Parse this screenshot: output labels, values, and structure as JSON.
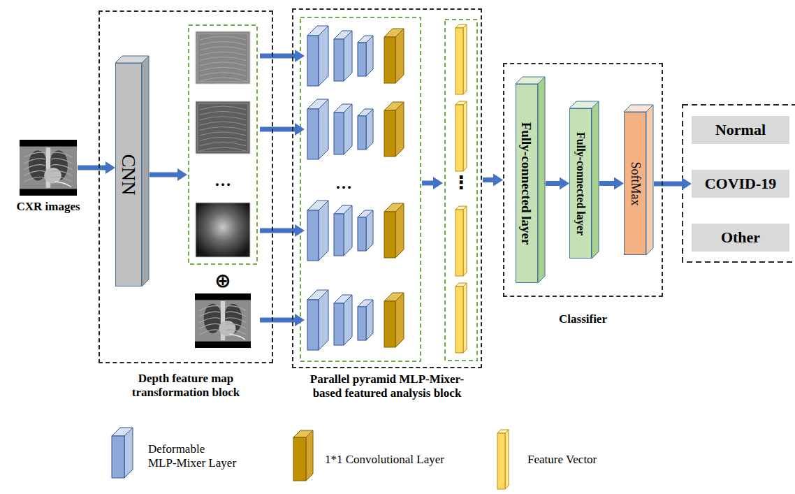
{
  "diagram": {
    "nodes": [
      {
        "text": [
          "CXR images"
        ]
      },
      {
        "text": [
          "Depth feature map transformation block"
        ]
      },
      {
        "text": [
          "CNN"
        ],
        "in": 1
      },
      {
        "text": [
          "Parallel pyramid MLP-Mixer-based featured analysis block"
        ]
      },
      {
        "text": [
          "Classifier"
        ]
      },
      {
        "text": [
          "Fully-connected layer"
        ],
        "in": 4
      },
      {
        "text": [
          "Fully-connected layer"
        ],
        "in": 4
      },
      {
        "text": [
          "SoftMax"
        ],
        "in": 4
      },
      {
        "text": [
          "Normal"
        ]
      },
      {
        "text": [
          "COVID-19"
        ]
      },
      {
        "text": [
          "Other"
        ]
      }
    ],
    "edges": [
      {
        "from": 0,
        "to": 2,
        "arrow": "to"
      },
      {
        "from": 3,
        "to": 4,
        "arrow": "to"
      },
      {
        "from": 5,
        "to": 6,
        "arrow": "to"
      },
      {
        "from": 6,
        "to": 7,
        "arrow": "to"
      },
      {
        "from": 7,
        "to": 9,
        "arrow": "to"
      }
    ],
    "labels": [
      "…",
      "…",
      "⋮",
      "⊕"
    ],
    "legend": [
      {
        "text": "Deformable MLP-Mixer Layer"
      },
      {
        "text": "1*1 Convolutional Layer"
      },
      {
        "text": "Feature Vector"
      }
    ]
  }
}
